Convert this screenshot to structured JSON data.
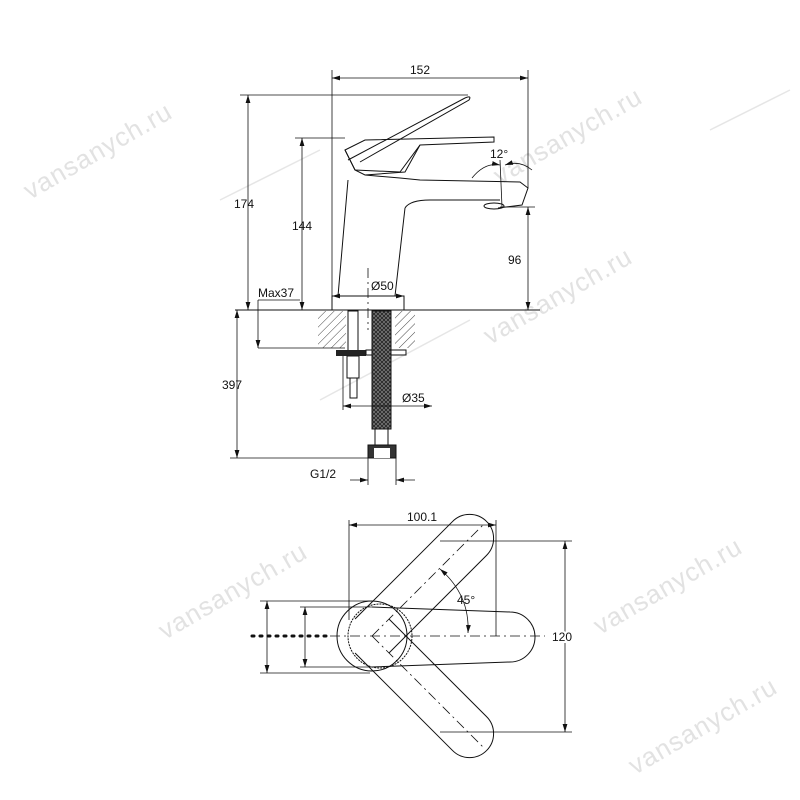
{
  "watermark": "vansanych.ru",
  "side_view": {
    "width_label": "152",
    "total_height_label": "174",
    "body_height_label": "144",
    "spout_height_label": "96",
    "angle_label": "12°",
    "base_diameter_label": "Ø50",
    "max_counter_label": "Max37",
    "below_length_label": "397",
    "shank_diameter_label": "Ø35",
    "thread_label": "G1/2"
  },
  "top_view": {
    "width_label": "100.1",
    "depth_label": "120",
    "angle_label": "45°"
  }
}
